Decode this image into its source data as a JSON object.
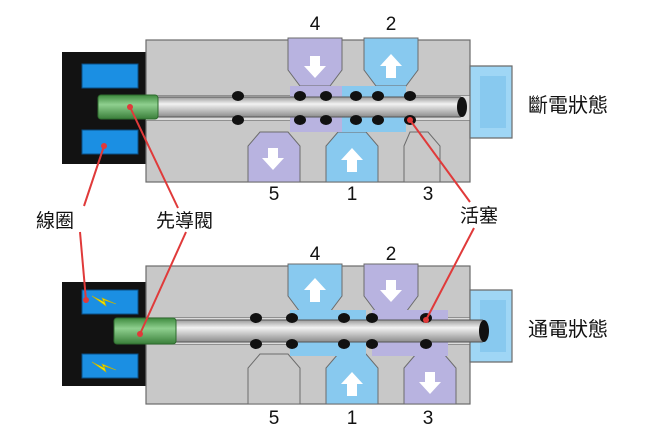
{
  "colors": {
    "body": "#c8c8c8",
    "body_edge": "#6b6b6b",
    "port_blue": "#88c9ef",
    "port_lavender": "#b8b3e0",
    "coil_housing": "#121212",
    "coil": "#1b8fe3",
    "pilot_green": "#5aa85a",
    "rod": "#b5b5b5",
    "seal": "#111111",
    "leader": "#e03a3a",
    "lightning": "#f2e600"
  },
  "ports": [
    "4",
    "2",
    "5",
    "1",
    "3"
  ],
  "states": {
    "off": "斷電狀態",
    "on": "通電狀態"
  },
  "labels": {
    "coil": "線圈",
    "pilot_valve": "先導閥",
    "piston": "活塞"
  }
}
